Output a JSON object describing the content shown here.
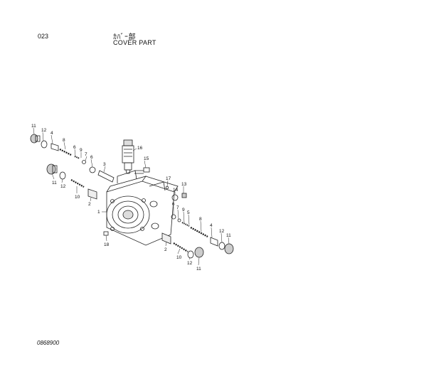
{
  "page_code": "023",
  "title_jp": "ｶﾊﾞｰ部",
  "title_en": "COVER PART",
  "drawing_code": "0868900",
  "callouts": [
    "11",
    "12",
    "4",
    "8",
    "6",
    "9",
    "7",
    "6",
    "3",
    "16",
    "15",
    "11",
    "12",
    "10",
    "2",
    "1",
    "17",
    "14",
    "13",
    "18",
    "6",
    "7",
    "9",
    "5",
    "8",
    "4",
    "12",
    "11",
    "2",
    "10",
    "12",
    "11"
  ]
}
